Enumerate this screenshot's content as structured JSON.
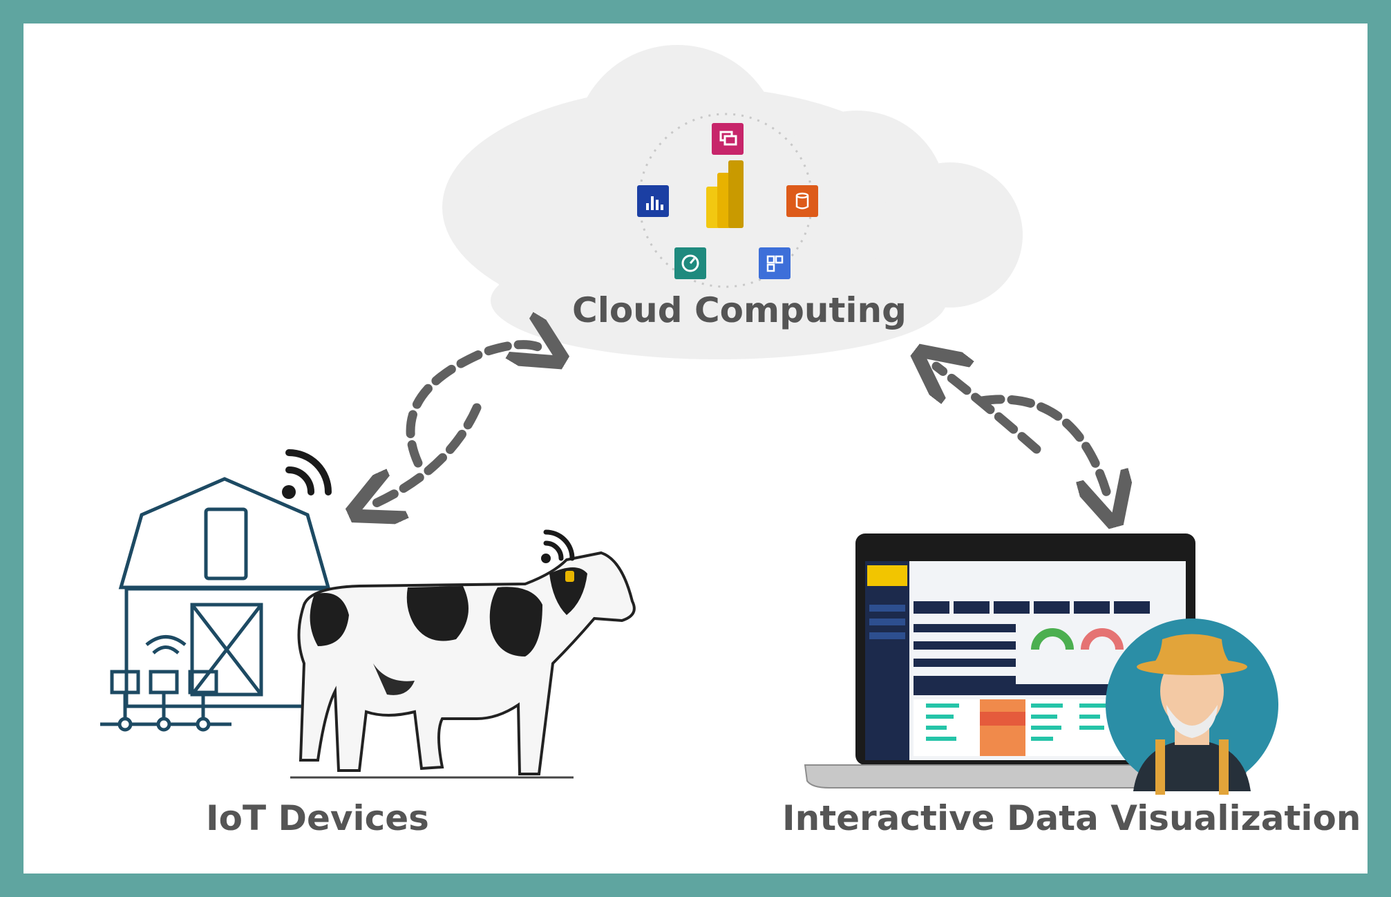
{
  "labels": {
    "cloud": "Cloud Computing",
    "iot": "IoT Devices",
    "visualization": "Interactive Data Visualization"
  },
  "colors": {
    "frame": "#5fa5a0",
    "label_text": "#555555",
    "arrow": "#606060",
    "barn": "#1d4a63",
    "dashboard_panel": "#1c2a4c",
    "dashboard_accent": "#f2c500",
    "avatar_bg": "#2b8ea6",
    "hat": "#e2a43a"
  },
  "icons": {
    "center": "power-bi-icon",
    "orbit": [
      "dataflow-icon",
      "report-icon",
      "database-icon",
      "dashboard-icon",
      "app-icon"
    ]
  }
}
